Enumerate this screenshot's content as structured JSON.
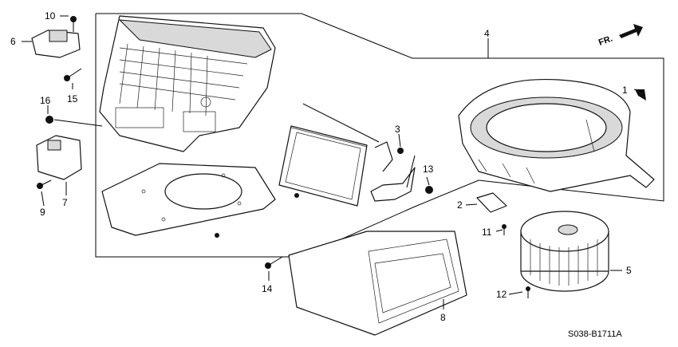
{
  "callouts": {
    "c1": "1",
    "c2": "2",
    "c3": "3",
    "c4": "4",
    "c5": "5",
    "c6": "6",
    "c7": "7",
    "c8": "8",
    "c9": "9",
    "c10": "10",
    "c11": "11",
    "c12": "12",
    "c13": "13",
    "c14": "14",
    "c15": "15",
    "c16": "16"
  },
  "direction_label": "FR.",
  "diagram_code": "S038-B1711A"
}
